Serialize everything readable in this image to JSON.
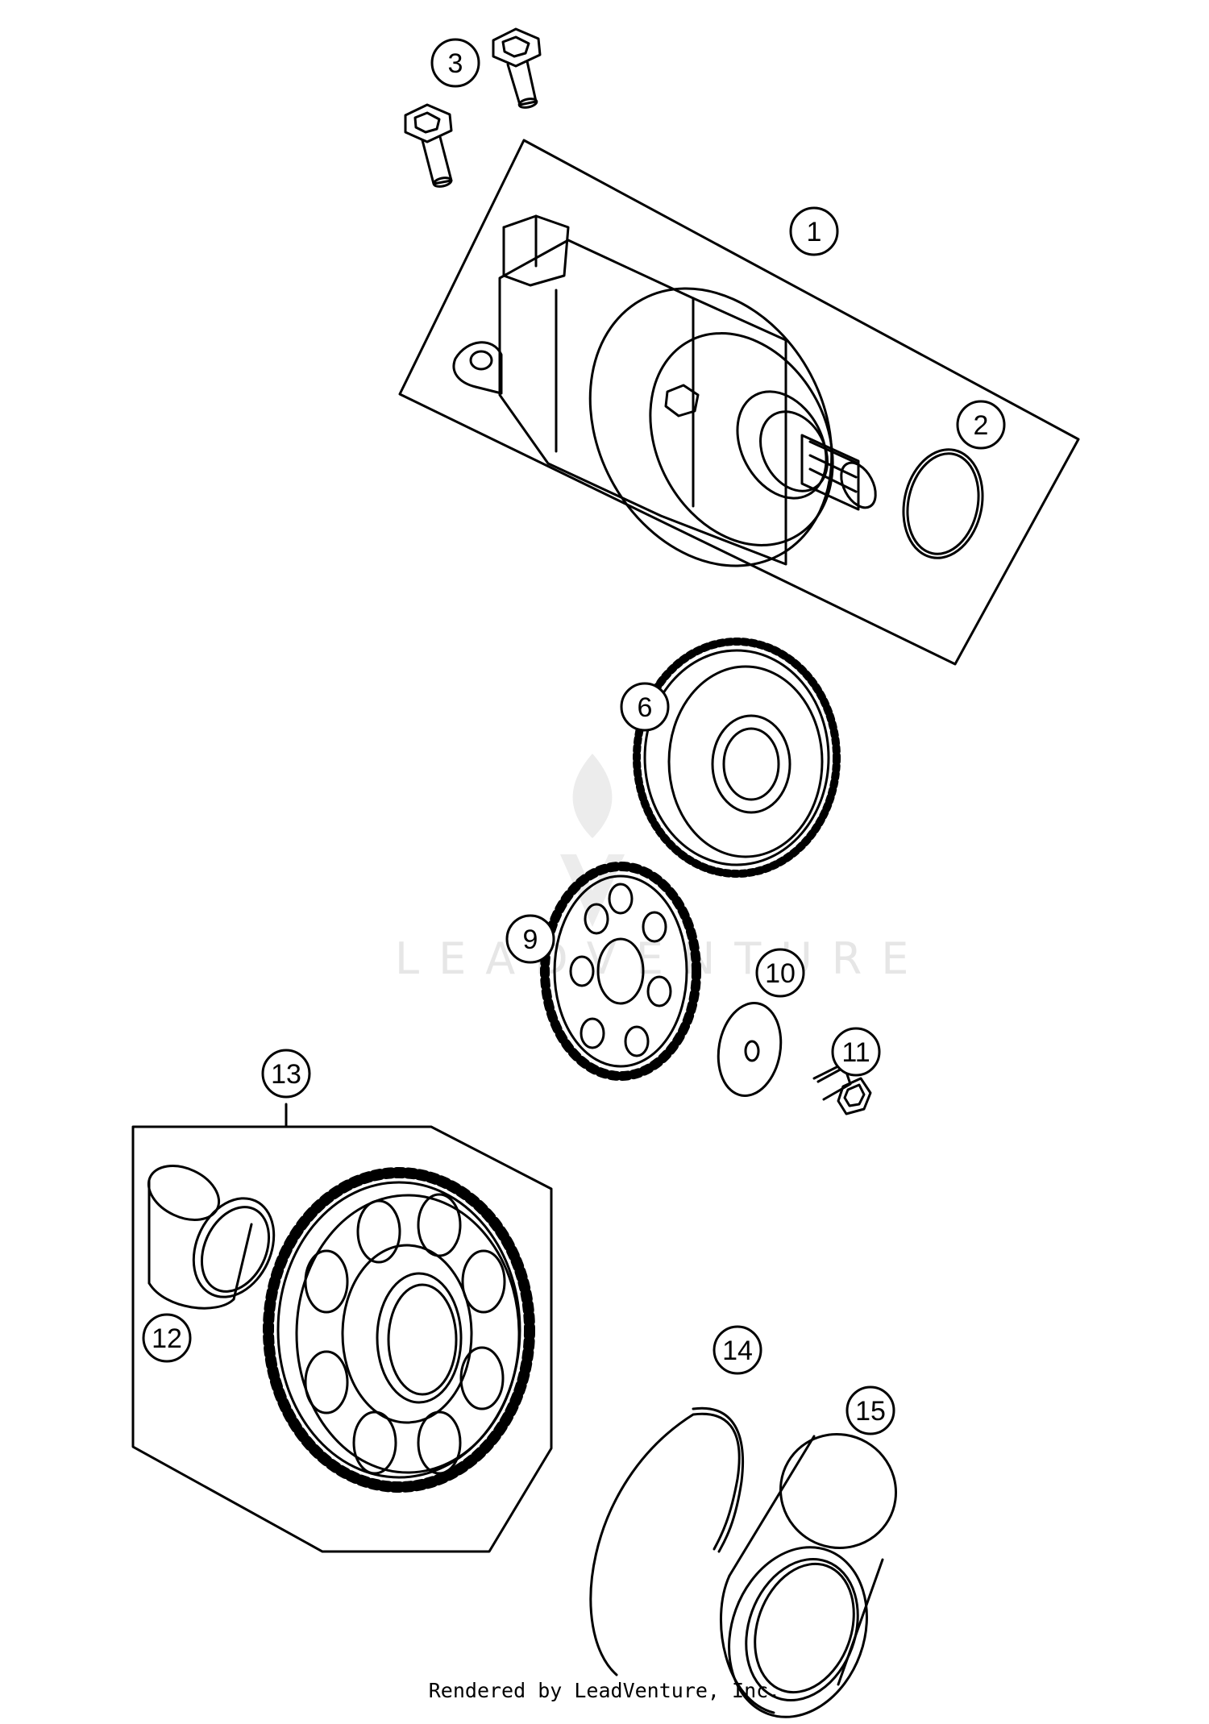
{
  "callouts": {
    "c1": "1",
    "c2": "2",
    "c3": "3",
    "c6": "6",
    "c9": "9",
    "c10": "10",
    "c11": "11",
    "c12": "12",
    "c13": "13",
    "c14": "14",
    "c15": "15"
  },
  "watermark": {
    "text": "LEADVENTURE"
  },
  "footer": {
    "rendered_by": "Rendered by LeadVenture, Inc."
  },
  "colors": {
    "line": "#000000",
    "watermark": "#e6e6e6",
    "background": "#ffffff"
  }
}
